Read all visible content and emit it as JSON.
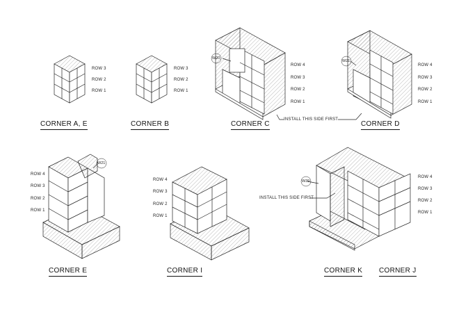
{
  "rows": {
    "r1": "ROW 1",
    "r2": "ROW 2",
    "r3": "ROW 3",
    "r4": "ROW 4"
  },
  "corners": {
    "ae": "CORNER A, E",
    "b": "CORNER B",
    "c": "CORNER C",
    "d": "CORNER D",
    "e": "CORNER E",
    "i": "CORNER I",
    "k": "CORNER K",
    "j": "CORNER J"
  },
  "callouts": {
    "install_first": "INSTALL THIS SIDE FIRST",
    "install_first_k": "INSTALL THIS SIDE FIRST"
  },
  "tags": {
    "w20": "W20",
    "w21_d": "W21",
    "w21_e": "W21",
    "w39": "W39"
  }
}
